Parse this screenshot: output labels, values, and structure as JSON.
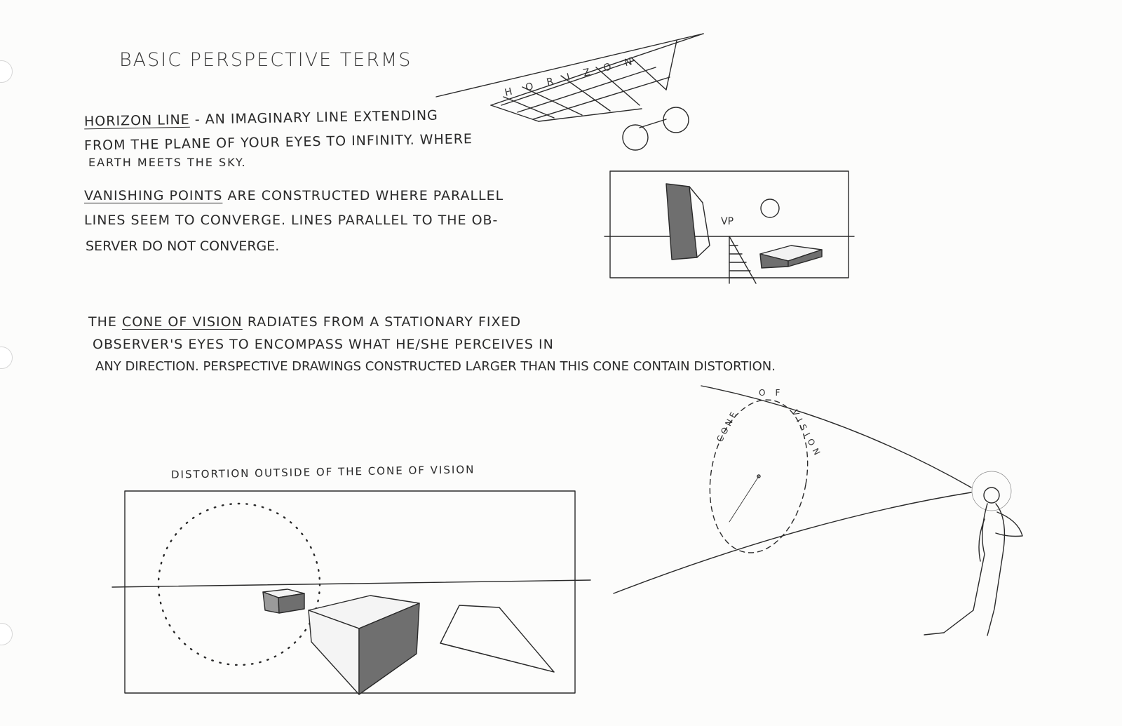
{
  "title": "BASIC PERSPECTIVE TERMS",
  "horizon": {
    "term": "HORIZON LINE",
    "text1": " - AN IMAGINARY LINE EXTENDING",
    "text2": "FROM THE PLANE OF YOUR EYES TO INFINITY. WHERE",
    "text3": "EARTH MEETS THE SKY.",
    "sketch_label": [
      "H",
      "O",
      "R",
      "I",
      "Z",
      "O",
      "N"
    ]
  },
  "vanishing": {
    "term": "VANISHING POINTS",
    "text1": " ARE CONSTRUCTED WHERE PARALLEL",
    "text2": "LINES SEEM TO CONVERGE. LINES PARALLEL TO THE OB-",
    "text3": "SERVER DO NOT CONVERGE.",
    "vp_label": "VP"
  },
  "cone": {
    "prefix": "THE ",
    "term": "CONE OF VISION",
    "text1": " RADIATES FROM A STATIONARY FIXED",
    "text2": "OBSERVER'S EYES TO ENCOMPASS WHAT HE/SHE PERCEIVES IN",
    "text3": "ANY DIRECTION. PERSPECTIVE DRAWINGS CONSTRUCTED LARGER THAN THIS CONE CONTAIN DISTORTION.",
    "sketch_label": [
      "C",
      "O",
      "N",
      "E",
      "O",
      "F",
      "V",
      "I",
      "S",
      "I",
      "O",
      "N"
    ]
  },
  "distortion": {
    "caption": "DISTORTION OUTSIDE OF THE CONE OF VISION"
  },
  "colors": {
    "ink": "#2a2a2a",
    "shade": "#6f6f6f",
    "paper": "#fcfcfb"
  }
}
